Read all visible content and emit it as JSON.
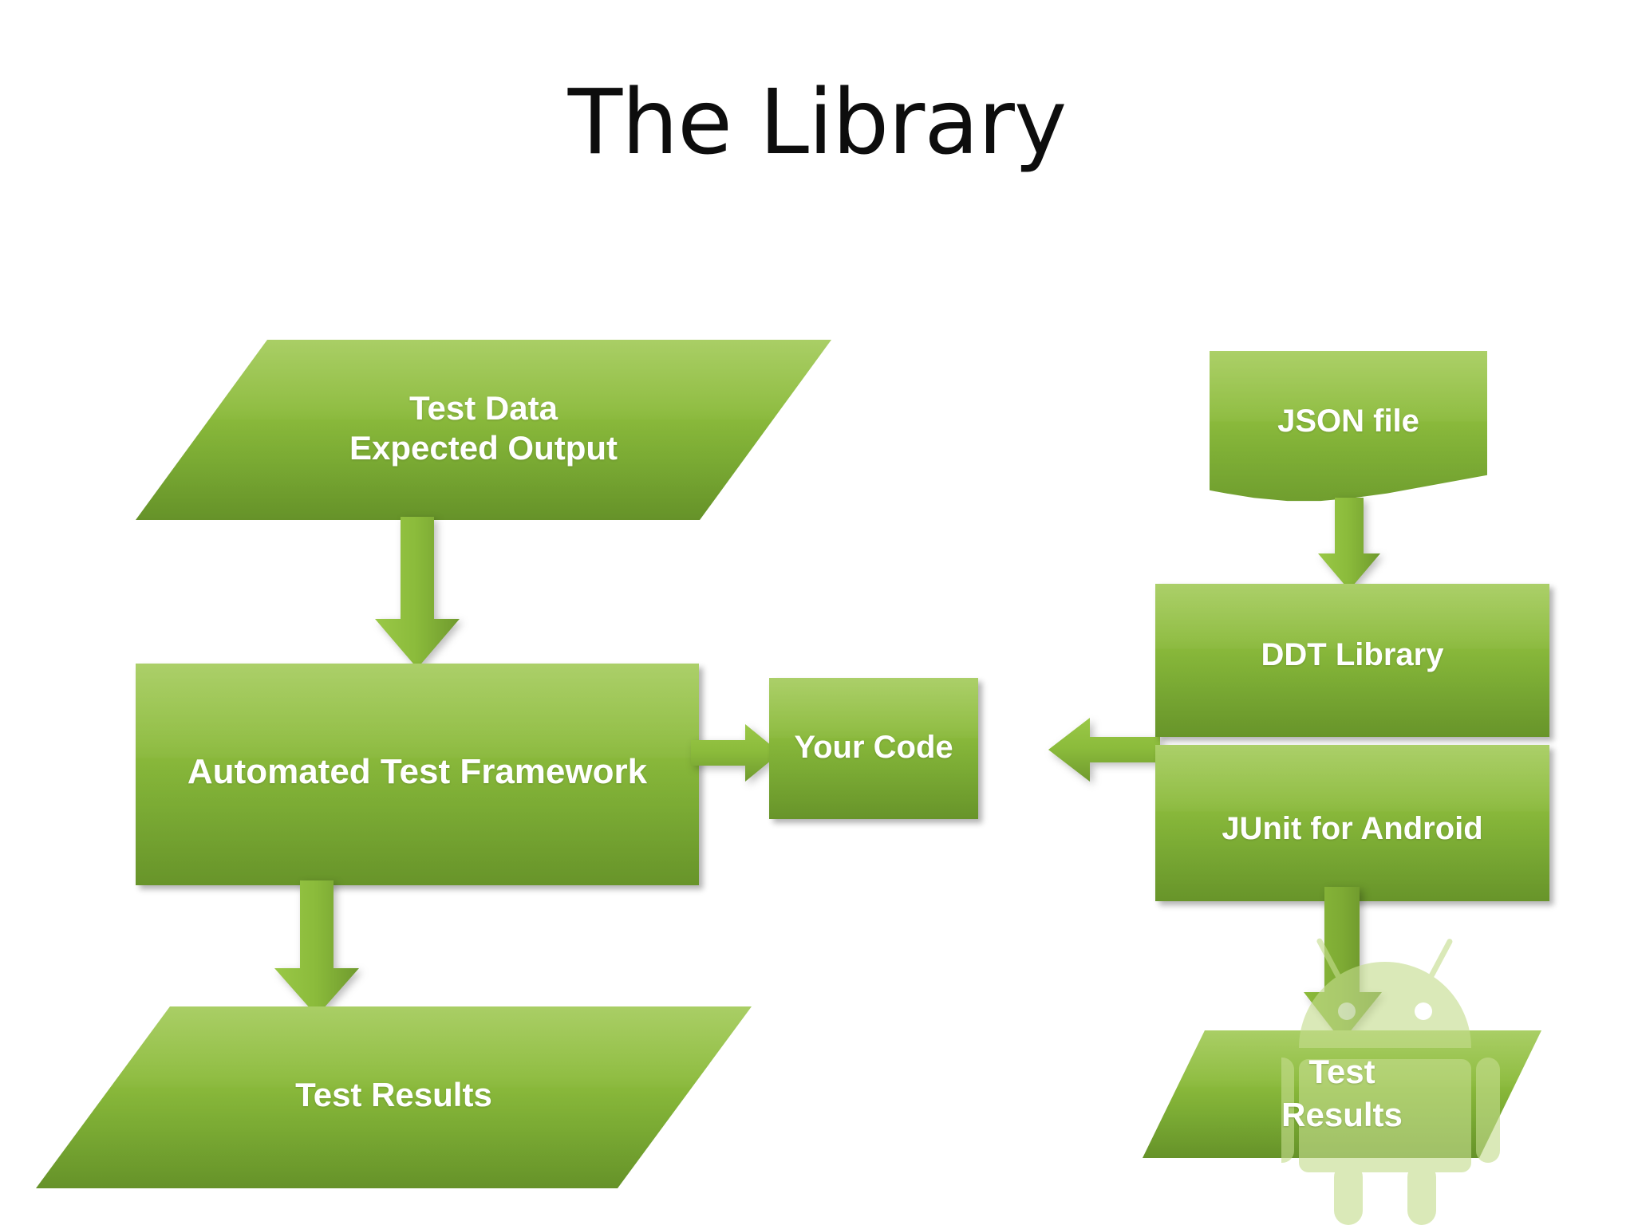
{
  "slide": {
    "title": "The Library",
    "background_color": "#ffffff"
  },
  "theme": {
    "shape_fill_top": "#94c23f",
    "shape_fill_bottom": "#6d9c2c",
    "arrow_light": "#8cbc3c",
    "arrow_dark": "#6f9a2e",
    "text_color": "#ffffff",
    "title_color": "#0d0d0d",
    "android_logo_color": "#c5dd8e"
  },
  "diagram": {
    "left_flow": {
      "test_data": {
        "label": "Test Data\nExpected Output",
        "shape": "parallelogram"
      },
      "framework": {
        "label": "Automated Test Framework",
        "shape": "rectangle"
      },
      "results": {
        "label": "Test Results",
        "shape": "parallelogram"
      }
    },
    "center": {
      "your_code": {
        "label": "Your Code",
        "shape": "rectangle"
      }
    },
    "right_flow": {
      "json_file": {
        "label": "JSON file",
        "shape": "document"
      },
      "ddt_library": {
        "label": "DDT Library",
        "shape": "rectangle"
      },
      "junit": {
        "label": "JUnit for Android",
        "shape": "rectangle"
      },
      "results": {
        "label": "Test\nResults",
        "shape": "parallelogram"
      }
    },
    "arrows": [
      {
        "name": "test-data-to-framework",
        "direction": "down"
      },
      {
        "name": "framework-to-test-results",
        "direction": "down"
      },
      {
        "name": "framework-to-your-code",
        "direction": "right"
      },
      {
        "name": "library-to-your-code",
        "direction": "left"
      },
      {
        "name": "json-file-to-ddt-library",
        "direction": "down"
      },
      {
        "name": "junit-to-test-results",
        "direction": "down"
      }
    ],
    "decorations": [
      {
        "name": "android-robot-logo",
        "type": "watermark"
      }
    ]
  }
}
